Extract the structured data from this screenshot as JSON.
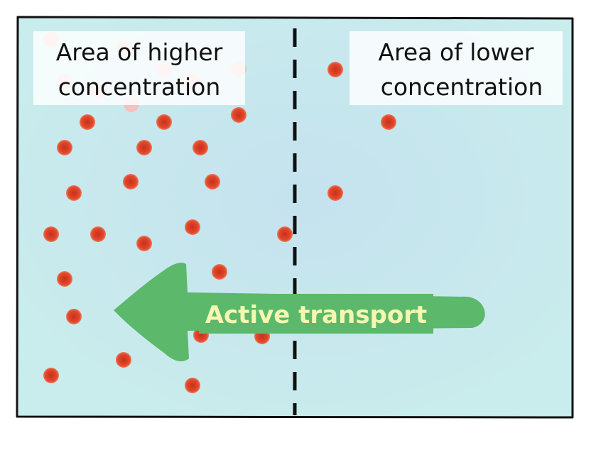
{
  "labels": {
    "higher": [
      "Area of higher",
      "concentration"
    ],
    "lower": [
      "Area of lower",
      "concentration"
    ],
    "arrow": "Active transport"
  },
  "colors": {
    "background": "#c9ecec",
    "border": "#111111",
    "membrane": "#111111",
    "particle": "#e0452a",
    "particle_core": "#c8301c",
    "particle_faded": "#f2c2c2",
    "label_box": "#ffffff",
    "label_text": "#111111",
    "arrow": "#5cb86a",
    "arrow_text": "#f5f7b0"
  }
}
